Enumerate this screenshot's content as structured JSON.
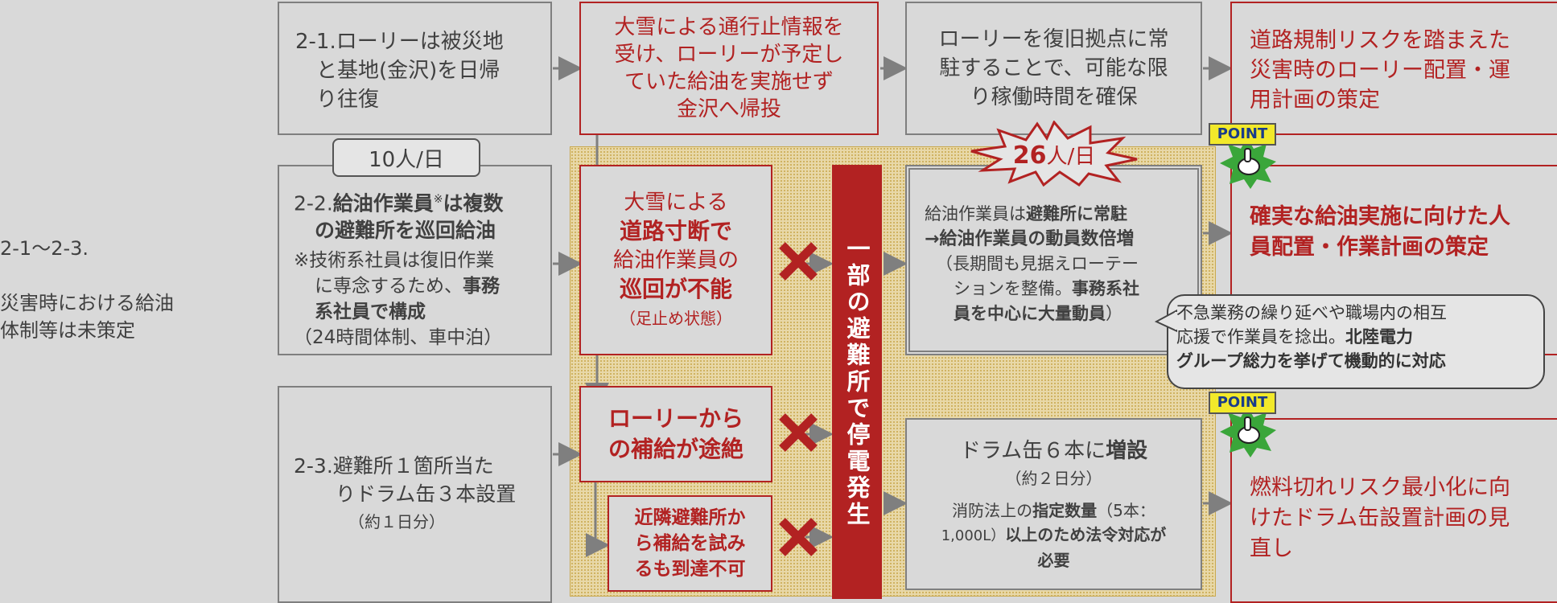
{
  "left_label": {
    "line1": "2-1〜2-3.",
    "line2": "災害時における給油",
    "line3": "体制等は未策定"
  },
  "row1": {
    "issue": {
      "l1": "2-1.ローリーは被災地",
      "l2": "と基地(金沢)を日帰",
      "l3": "り往復"
    },
    "event": {
      "l1": "大雪による通行止情報を",
      "l2": "受け、ローリーが予定し",
      "l3": "ていた給油を実施せず",
      "l4": "金沢へ帰投"
    },
    "action": {
      "l1": "ローリーを復旧拠点に常",
      "l2": "駐することで、可能な限",
      "l3": "り稼働時間を確保"
    },
    "result": {
      "l1": "道路規制リスクを踏まえた",
      "l2": "災害時のローリー配置・運",
      "l3": "用計画の策定"
    }
  },
  "row2": {
    "count_before": {
      "num": "10",
      "unit": "人/日"
    },
    "issue": {
      "prefix": "2-2.",
      "b1": "給油作業員",
      "sup": "※",
      "b2": "は複数",
      "b3": "の避難所を巡回給油",
      "n1": "※技術系社員は復旧作業",
      "n2": "に専念するため、",
      "n2b": "事務",
      "n3b": "系社員で構成",
      "n4": "（24時間体制、車中泊）"
    },
    "event": {
      "l1": "大雪による",
      "b1": "道路寸断で",
      "l2": "給油作業員の",
      "b2": "巡回が不能",
      "l3": "（足止め状態）"
    },
    "count_after": {
      "num": "26",
      "unit": "人/日"
    },
    "action": {
      "l1a": "給油作業員は",
      "l1b": "避難所に常駐",
      "b1": "→給油作業員の動員数倍増",
      "l2": "（長期間も見据えローテー",
      "l3a": "ションを整備。",
      "l3b": "事務系社",
      "l4b": "員を中心に大量動員",
      "l4": "）"
    },
    "result": {
      "b1": "確実な給油実施に向けた人",
      "b2": "員配置・作業計画の策定"
    },
    "callout": {
      "l1": "不急業務の繰り延べや職場内の相互",
      "l2a": "応援で作業員を捻出。",
      "l2b": "北陸電力",
      "l3b": "グループ総力を挙げて機動的に対応"
    }
  },
  "row3": {
    "issue": {
      "l1": "2-3.避難所１箇所当た",
      "l2": "りドラム缶３本設置",
      "l3": "（約１日分）"
    },
    "event1": {
      "l1": "ローリーから",
      "l2": "の補給が途絶"
    },
    "event2": {
      "l1": "近隣避難所か",
      "l2": "ら補給を試み",
      "l3": "るも到達不可"
    },
    "action": {
      "l1a": "ドラム缶６本に",
      "l1b": "増設",
      "l2": "（約２日分）",
      "l3a": "消防法上の",
      "l3b": "指定数量",
      "l3c": "（5本：",
      "l4a": "1,000L）",
      "l4b": "以上のため法令対応が",
      "l5b": "必要"
    },
    "result": {
      "l1": "燃料切れリスク最小化に向",
      "l2": "けたドラム缶設置計画の見",
      "l3": "直し"
    }
  },
  "outage_bar": "一部の避難所で停電発生",
  "point_label": "POINT",
  "colors": {
    "accent_red": "#b22222",
    "background": "#d9d9d9",
    "point_yellow": "#f2e92a",
    "star_green": "#3aa63a"
  }
}
